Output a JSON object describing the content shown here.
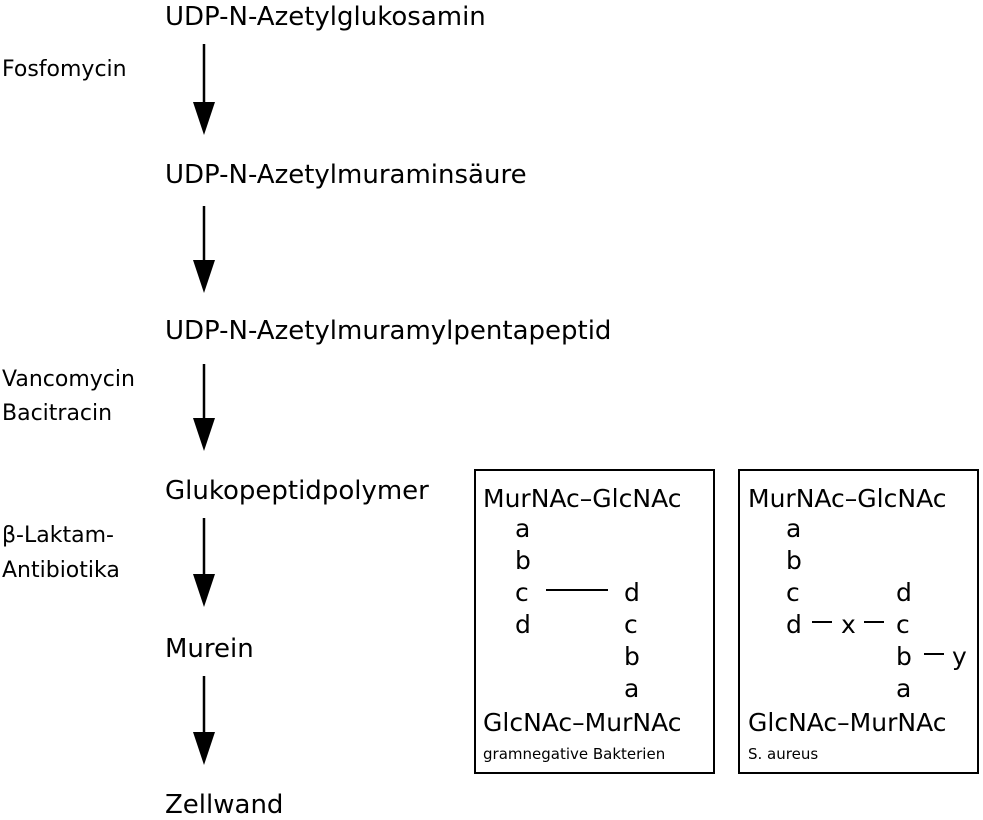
{
  "pathway": {
    "steps": [
      "UDP-N-Azetylglukosamin",
      "UDP-N-Azetylmuraminsäure",
      "UDP-N-Azetylmuramylpentapeptid",
      "Glukopeptidpolymer",
      "Murein",
      "Zellwand"
    ],
    "inhibitors": {
      "fosfomycin": "Fosfomycin",
      "vancomycin": "Vancomycin",
      "bacitracin": "Bacitracin",
      "betalactam_line1": "β-Laktam-",
      "betalactam_line2": "Antibiotika"
    }
  },
  "box_gram_negative": {
    "top": "MurNAc–GlcNAc",
    "left_chain": [
      "a",
      "b",
      "c",
      "d"
    ],
    "right_chain": [
      "d",
      "c",
      "b",
      "a"
    ],
    "bottom": "GlcNAc–MurNAc",
    "caption": "gramnegative Bakterien"
  },
  "box_s_aureus": {
    "top": "MurNAc–GlcNAc",
    "left_chain": [
      "a",
      "b",
      "c",
      "d"
    ],
    "right_chain": [
      "d",
      "c",
      "b",
      "a"
    ],
    "bridge": "x",
    "side": "y",
    "bottom": "GlcNAc–MurNAc",
    "caption": "S. aureus"
  }
}
